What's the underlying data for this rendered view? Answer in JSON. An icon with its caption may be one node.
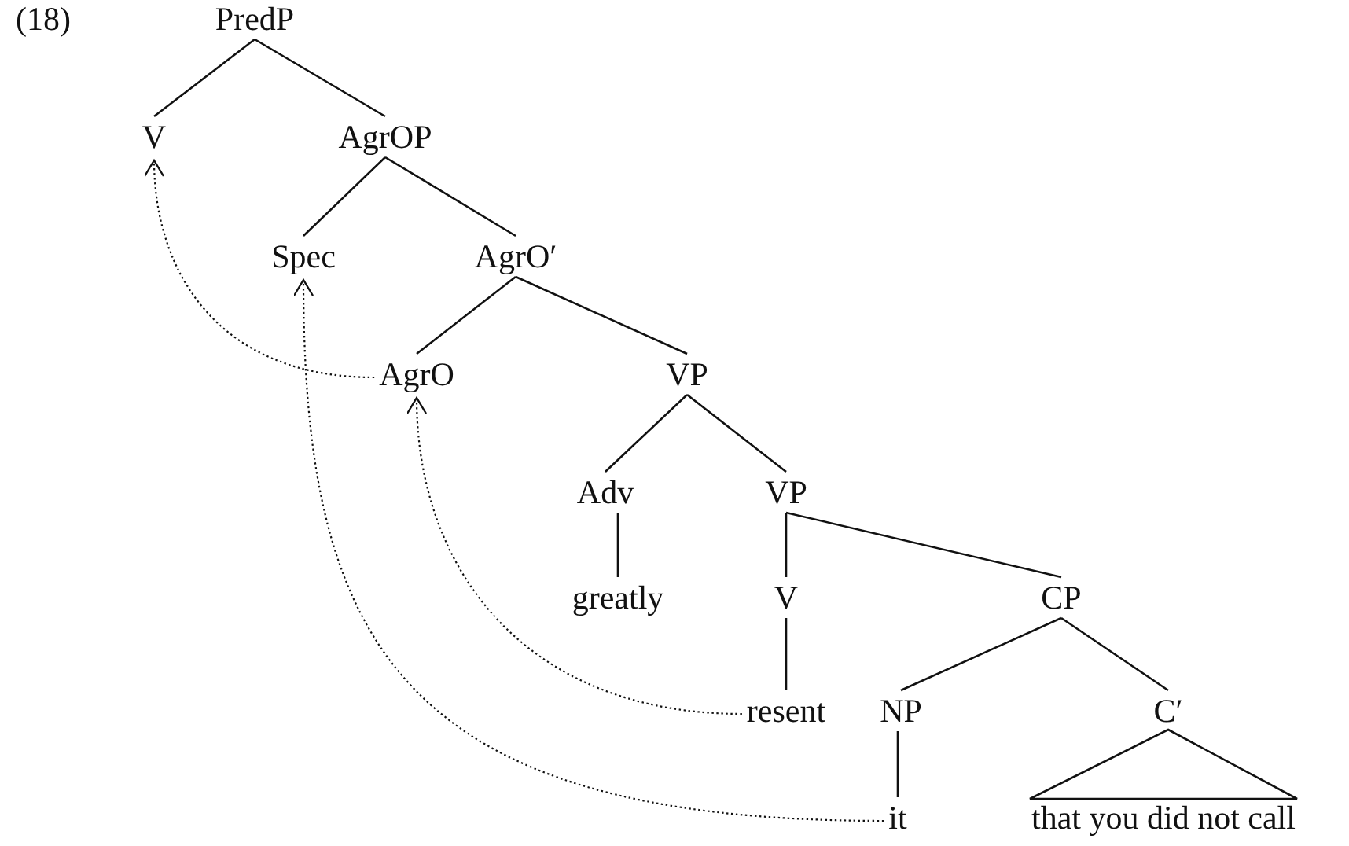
{
  "diagram": {
    "nodes": [
      {
        "text": [
          "PredP"
        ]
      },
      {
        "text": [
          "V"
        ]
      },
      {
        "text": [
          "AgrOP"
        ]
      },
      {
        "text": [
          "Spec"
        ]
      },
      {
        "text": [
          "AgrO′"
        ]
      },
      {
        "text": [
          "AgrO"
        ]
      },
      {
        "text": [
          "VP"
        ]
      },
      {
        "text": [
          "Adv"
        ]
      },
      {
        "text": [
          "VP"
        ]
      },
      {
        "text": [
          "greatly"
        ]
      },
      {
        "text": [
          "V"
        ]
      },
      {
        "text": [
          "CP"
        ]
      },
      {
        "text": [
          "resent"
        ]
      },
      {
        "text": [
          "NP"
        ]
      },
      {
        "text": [
          "C′"
        ]
      },
      {
        "text": [
          "it"
        ]
      },
      {
        "text": [
          "that you did not call"
        ]
      }
    ],
    "edges": [
      {
        "from": 0,
        "to": 1,
        "arrow": "none"
      },
      {
        "from": 0,
        "to": 2,
        "arrow": "none"
      },
      {
        "from": 2,
        "to": 3,
        "arrow": "none"
      },
      {
        "from": 2,
        "to": 4,
        "arrow": "none"
      },
      {
        "from": 4,
        "to": 5,
        "arrow": "none"
      },
      {
        "from": 4,
        "to": 6,
        "arrow": "none"
      },
      {
        "from": 6,
        "to": 7,
        "arrow": "none"
      },
      {
        "from": 6,
        "to": 8,
        "arrow": "none"
      },
      {
        "from": 7,
        "to": 9,
        "arrow": "none"
      },
      {
        "from": 8,
        "to": 10,
        "arrow": "none"
      },
      {
        "from": 8,
        "to": 11,
        "arrow": "none"
      },
      {
        "from": 10,
        "to": 12,
        "arrow": "none"
      },
      {
        "from": 11,
        "to": 13,
        "arrow": "none"
      },
      {
        "from": 11,
        "to": 14,
        "arrow": "none"
      },
      {
        "from": 13,
        "to": 15,
        "arrow": "none"
      },
      {
        "from": 14,
        "to": 16,
        "arrow": "none"
      },
      {
        "from": 5,
        "to": 1,
        "arrow": "to",
        "style": "dashed"
      },
      {
        "from": 12,
        "to": 5,
        "arrow": "to",
        "style": "dashed"
      },
      {
        "from": 15,
        "to": 3,
        "arrow": "to",
        "style": "dashed"
      }
    ],
    "labels": [
      "(18)"
    ]
  }
}
